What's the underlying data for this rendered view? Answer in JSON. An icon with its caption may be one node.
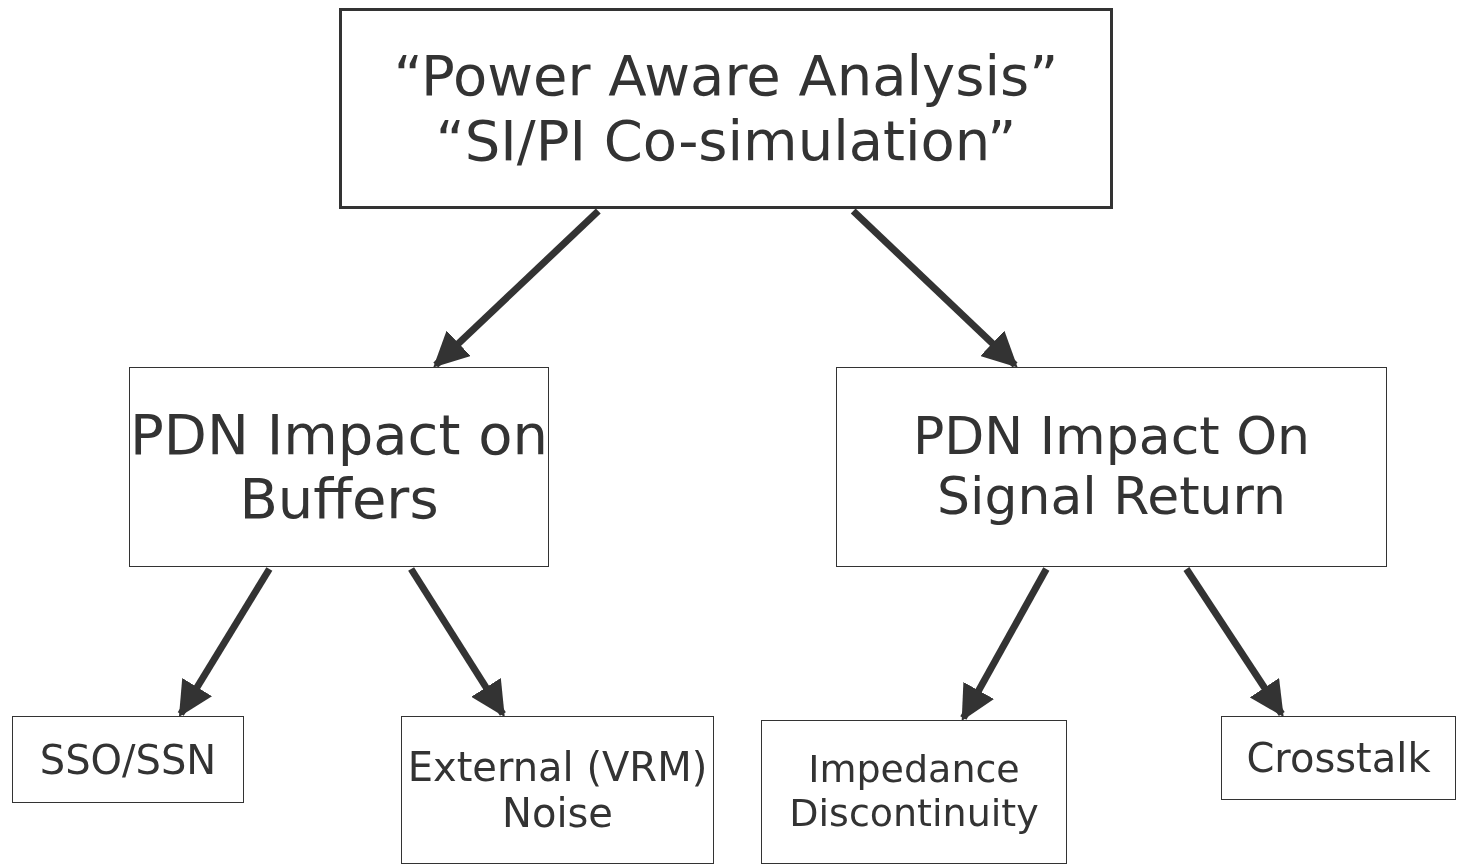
{
  "diagram": {
    "nodes": [
      {
        "text": [
          "“Power Aware Analysis”",
          "“SI/PI Co-simulation”"
        ]
      },
      {
        "text": [
          "PDN Impact on Buffers"
        ]
      },
      {
        "text": [
          "PDN Impact On Signal Return"
        ]
      },
      {
        "text": [
          "SSO/SSN"
        ]
      },
      {
        "text": [
          "External (VRM) Noise"
        ]
      },
      {
        "text": [
          "Impedance Discontinuity"
        ]
      },
      {
        "text": [
          "Crosstalk"
        ]
      }
    ],
    "edges": [
      {
        "from": 0,
        "to": 1,
        "arrow": "to"
      },
      {
        "from": 0,
        "to": 2,
        "arrow": "to"
      },
      {
        "from": 1,
        "to": 3,
        "arrow": "to"
      },
      {
        "from": 1,
        "to": 4,
        "arrow": "to"
      },
      {
        "from": 2,
        "to": 5,
        "arrow": "to"
      },
      {
        "from": 2,
        "to": 6,
        "arrow": "to"
      }
    ]
  }
}
